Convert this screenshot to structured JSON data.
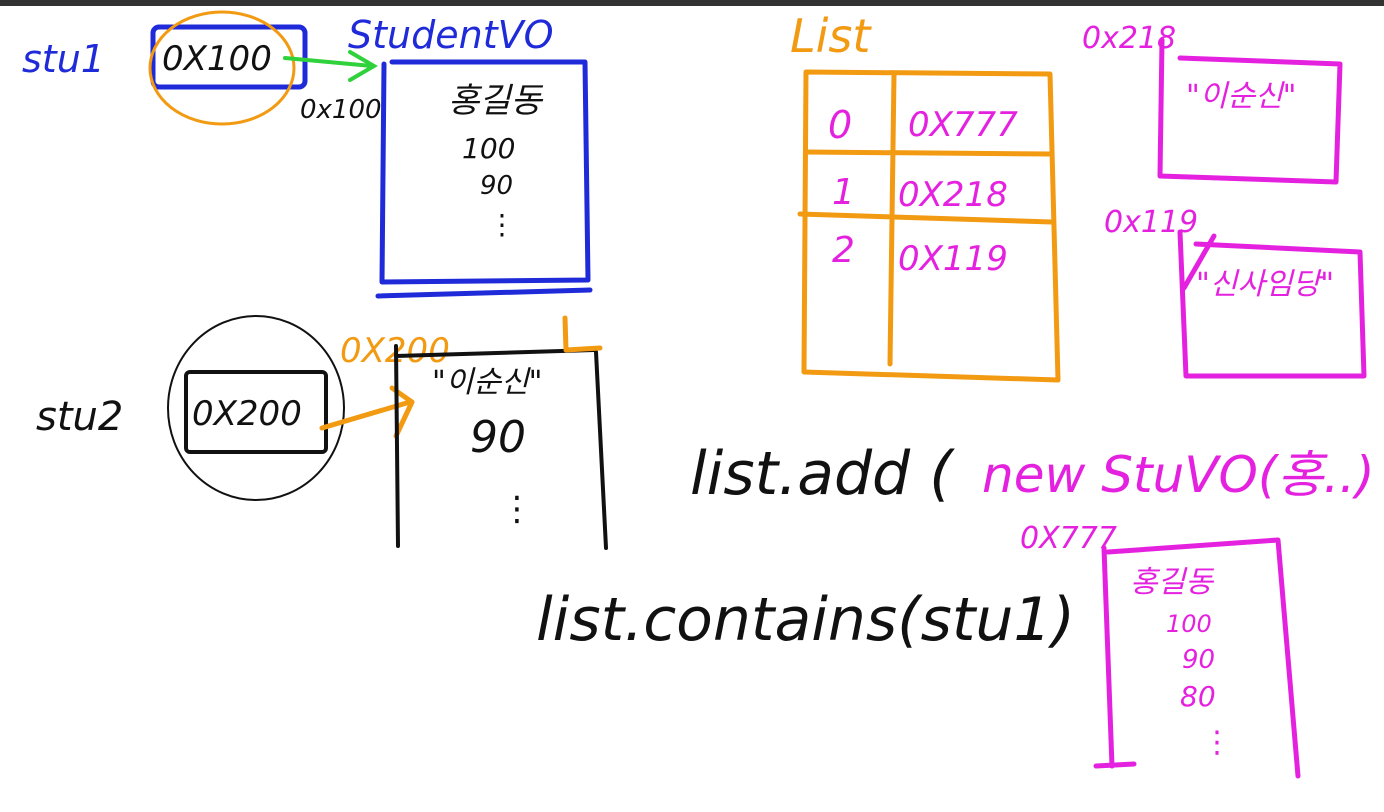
{
  "stu1": {
    "var_label": "stu1",
    "ref_value": "0X100"
  },
  "student_vo_1": {
    "type_label": "StudentVO",
    "address": "0x100",
    "fields": [
      "홍길동",
      "100",
      "90",
      "⋮"
    ]
  },
  "stu2": {
    "var_label": "stu2",
    "ref_value": "0X200"
  },
  "student_vo_2": {
    "address": "0X200",
    "fields": [
      "\"이순신\"",
      "90",
      "⋮"
    ]
  },
  "list_box": {
    "title": "List",
    "rows": [
      {
        "index": "0",
        "ref": "0X777"
      },
      {
        "index": "1",
        "ref": "0X218"
      },
      {
        "index": "2",
        "ref": "0X119"
      }
    ]
  },
  "obj_218": {
    "address": "0x218",
    "content": "\"이순신\""
  },
  "obj_119": {
    "address": "0x119",
    "content": "\"신사임당\""
  },
  "obj_777": {
    "address": "0X777",
    "fields": [
      "홍길동",
      "100",
      "90",
      "80",
      "⋮"
    ]
  },
  "code_add": {
    "prefix": "list.add (",
    "arg": "new StuVO(홍..)"
  },
  "code_contains": {
    "text": "list.contains(stu1)"
  },
  "colors": {
    "blue": "#1f2bd9",
    "orange": "#f29a12",
    "magenta": "#e521e0",
    "green": "#2fd23a",
    "black": "#111111"
  }
}
